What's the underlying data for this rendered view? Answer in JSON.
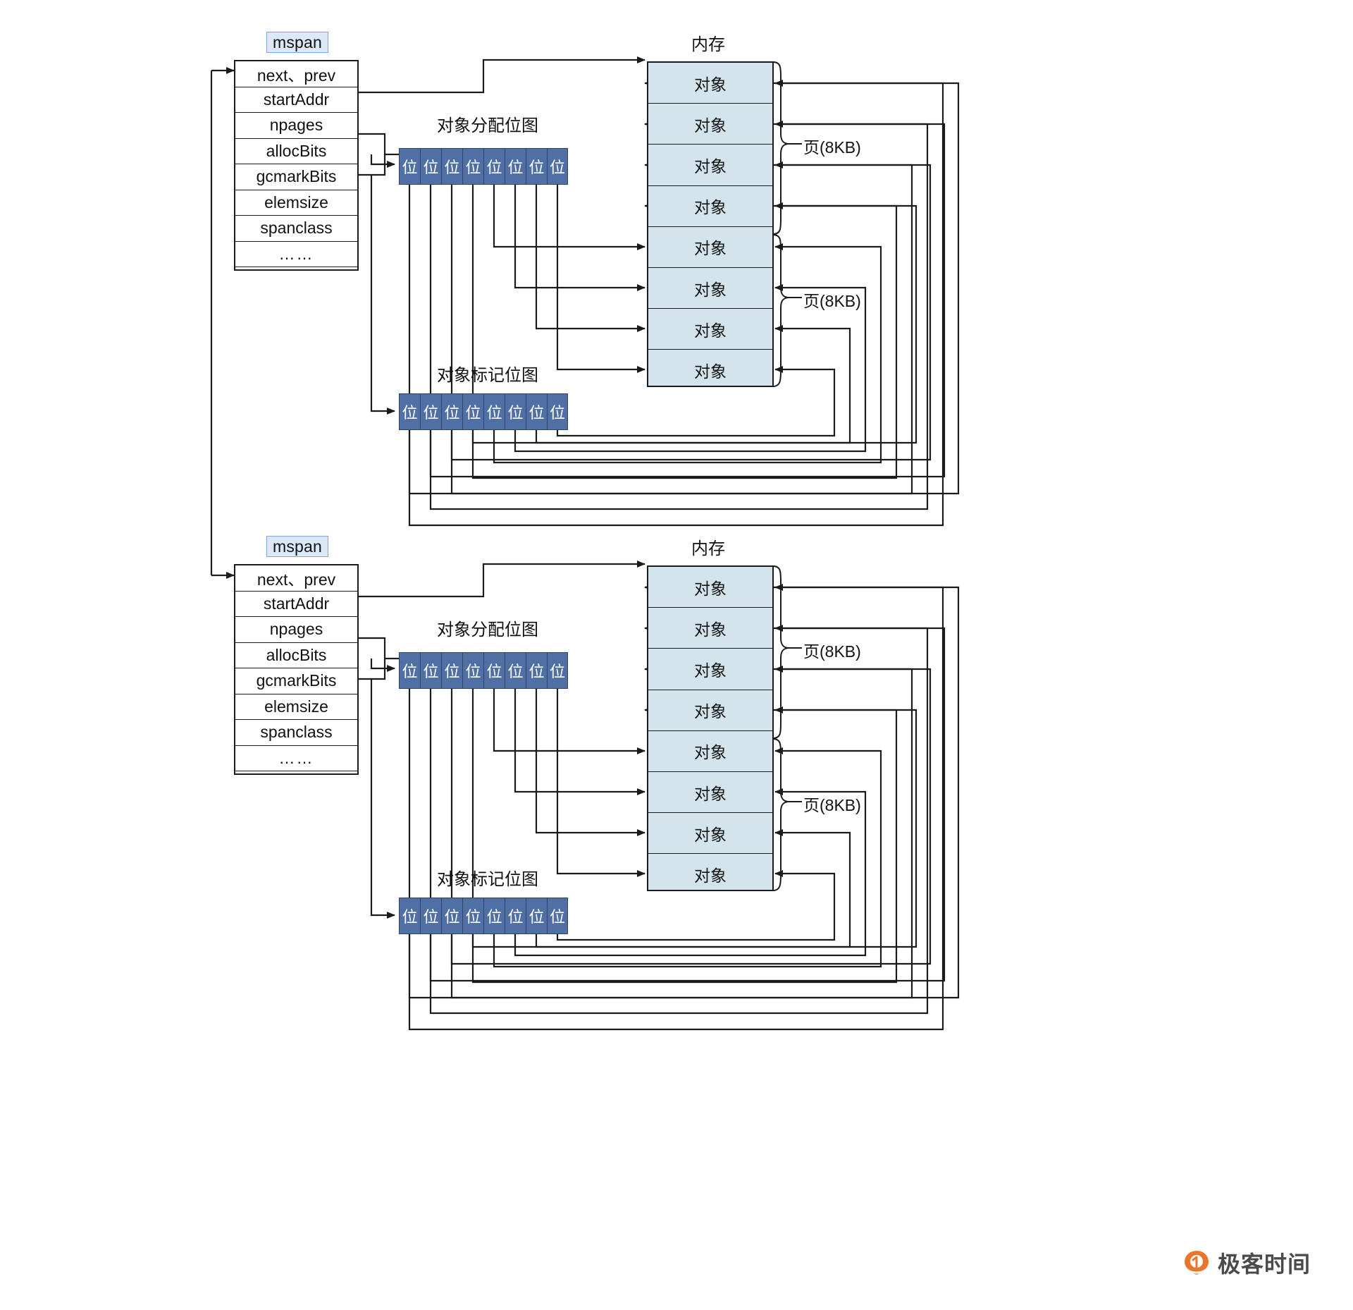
{
  "diagram": {
    "title_semantic": "go-mspan-memory-layout",
    "colors": {
      "chip_fill": "#dbe8f7",
      "chip_border": "#7da7d9",
      "bit_fill": "#4f6fa5",
      "bit_border": "#2f4468",
      "memory_fill": "#d4e4ec",
      "line": "#1b1b1b",
      "logo_orange": "#e8762c"
    },
    "struct_fields": [
      "next、prev",
      "startAddr",
      "npages",
      "allocBits",
      "gcmarkBits",
      "elemsize",
      "spanclass",
      "……"
    ],
    "chip_label": "mspan",
    "alloc_bitmap_title": "对象分配位图",
    "mark_bitmap_title": "对象标记位图",
    "bit_label": "位",
    "bit_count": 8,
    "memory_title": "内存",
    "object_label": "对象",
    "object_count": 8,
    "page_label": "页(8KB)",
    "pages_per_span": 2,
    "objects_per_page": 4
  },
  "groups": [
    {
      "id": "span-1",
      "chip": "mspan",
      "fields": [
        "next、prev",
        "startAddr",
        "npages",
        "allocBits",
        "gcmarkBits",
        "elemsize",
        "spanclass",
        "……"
      ],
      "alloc_title": "对象分配位图",
      "alloc_bits": [
        "位",
        "位",
        "位",
        "位",
        "位",
        "位",
        "位",
        "位"
      ],
      "mark_title": "对象标记位图",
      "mark_bits": [
        "位",
        "位",
        "位",
        "位",
        "位",
        "位",
        "位",
        "位"
      ],
      "memory_title": "内存",
      "objects": [
        "对象",
        "对象",
        "对象",
        "对象",
        "对象",
        "对象",
        "对象",
        "对象"
      ],
      "page_labels": [
        "页(8KB)",
        "页(8KB)"
      ]
    },
    {
      "id": "span-2",
      "chip": "mspan",
      "fields": [
        "next、prev",
        "startAddr",
        "npages",
        "allocBits",
        "gcmarkBits",
        "elemsize",
        "spanclass",
        "……"
      ],
      "alloc_title": "对象分配位图",
      "alloc_bits": [
        "位",
        "位",
        "位",
        "位",
        "位",
        "位",
        "位",
        "位"
      ],
      "mark_title": "对象标记位图",
      "mark_bits": [
        "位",
        "位",
        "位",
        "位",
        "位",
        "位",
        "位",
        "位"
      ],
      "memory_title": "内存",
      "objects": [
        "对象",
        "对象",
        "对象",
        "对象",
        "对象",
        "对象",
        "对象",
        "对象"
      ],
      "page_labels": [
        "页(8KB)",
        "页(8KB)"
      ]
    }
  ],
  "watermark": {
    "text": "极客时间",
    "logo": "geektime-logo"
  }
}
